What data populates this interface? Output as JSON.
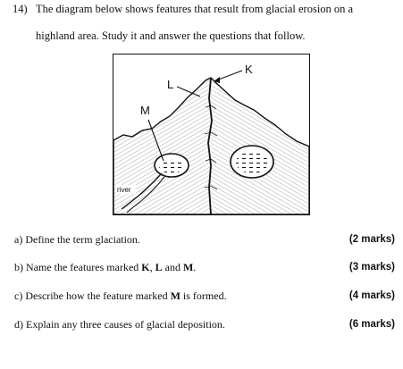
{
  "question": {
    "number": "14)",
    "intro_line1": "The diagram below shows features that result from glacial erosion on a",
    "intro_line2": "highland area. Study it and answer the questions that follow."
  },
  "diagram": {
    "labels": {
      "k": "K",
      "l": "L",
      "m": "M",
      "river": "river"
    }
  },
  "parts": [
    {
      "pre": "a) Define the term glaciation.",
      "marks": "(2 marks)"
    },
    {
      "pre": "b) Name the features marked ",
      "k": "K",
      "sep1": ", ",
      "l": "L",
      "sep2": " and ",
      "m": "M",
      "post": ".",
      "marks": "(3 marks)"
    },
    {
      "pre": "c) Describe how the feature marked ",
      "m": "M",
      "post": " is formed.",
      "marks": "(4 marks)"
    },
    {
      "pre": "d) Explain any three causes of glacial deposition.",
      "marks": "(6 marks)"
    }
  ]
}
